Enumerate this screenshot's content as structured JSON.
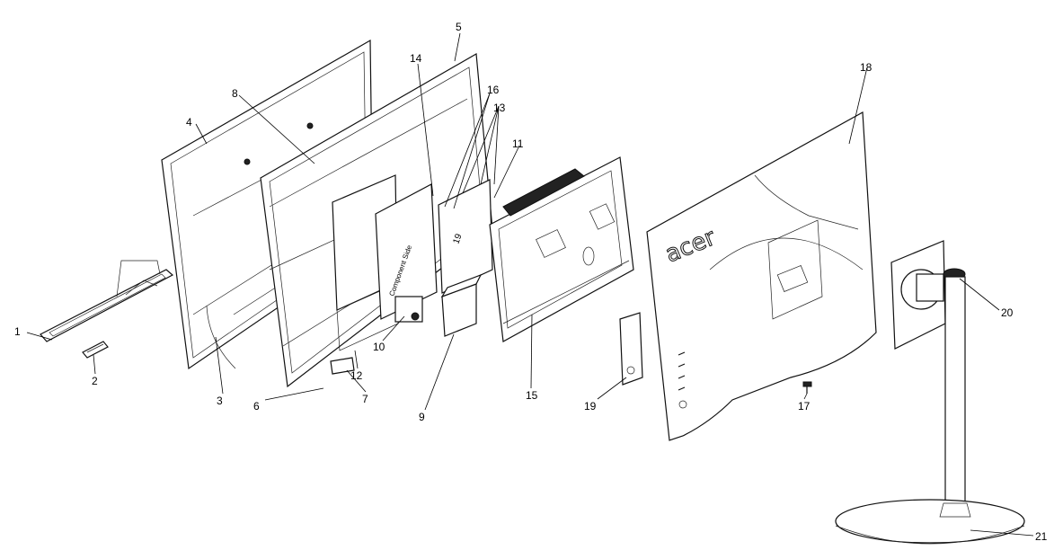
{
  "diagram": {
    "brand_logo_text": "acer",
    "board_text": [
      "Component Side",
      "19"
    ],
    "callouts": [
      {
        "id": "c1",
        "label": "1"
      },
      {
        "id": "c2",
        "label": "2"
      },
      {
        "id": "c3",
        "label": "3"
      },
      {
        "id": "c4",
        "label": "4"
      },
      {
        "id": "c5",
        "label": "5"
      },
      {
        "id": "c6",
        "label": "6"
      },
      {
        "id": "c7",
        "label": "7"
      },
      {
        "id": "c8",
        "label": "8"
      },
      {
        "id": "c9",
        "label": "9"
      },
      {
        "id": "c10",
        "label": "10"
      },
      {
        "id": "c11",
        "label": "11"
      },
      {
        "id": "c12",
        "label": "12"
      },
      {
        "id": "c13",
        "label": "13"
      },
      {
        "id": "c14",
        "label": "14"
      },
      {
        "id": "c15",
        "label": "15"
      },
      {
        "id": "c16",
        "label": "16"
      },
      {
        "id": "c17",
        "label": "17"
      },
      {
        "id": "c18",
        "label": "18"
      },
      {
        "id": "c19",
        "label": "19"
      },
      {
        "id": "c20",
        "label": "20"
      },
      {
        "id": "c21",
        "label": "21"
      }
    ]
  }
}
